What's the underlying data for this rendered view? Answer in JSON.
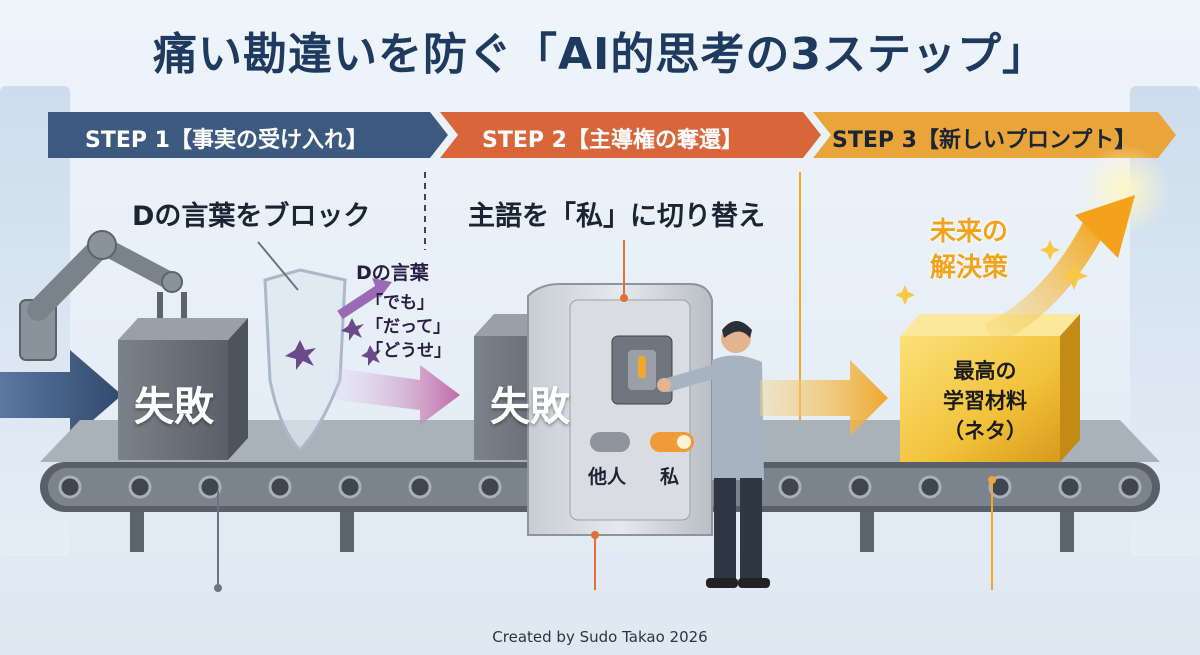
{
  "title": "痛い勘違いを防ぐ「AI的思考の3ステップ」",
  "steps": [
    {
      "label": "STEP 1【事実の受け入れ】",
      "color": "#3c5a80"
    },
    {
      "label": "STEP 2【主導権の奪還】",
      "color": "#d9663a"
    },
    {
      "label": "STEP 3【新しいプロンプト】",
      "color": "#e9a53a"
    }
  ],
  "sections": {
    "step1_heading": "Dの言葉をブロック",
    "step2_heading": "主語を「私」に切り替え",
    "future_solution": [
      "未来の",
      "解決策"
    ]
  },
  "d_words": {
    "title": "Dの言葉",
    "items": [
      "「でも」",
      "「だって」",
      "「どうせ」"
    ]
  },
  "boxes": {
    "failure_label_1": "失敗",
    "failure_label_2": "失敗",
    "material": [
      "最高の",
      "学習材料",
      "（ネタ）"
    ]
  },
  "switch": {
    "left_label": "他人",
    "right_label": "私"
  },
  "credit": "Created by Sudo Takao 2026",
  "colors": {
    "title": "#1f3a5f",
    "step1": "#3c5a80",
    "step2": "#d9663a",
    "step3": "#e9a53a",
    "gold": "#f2c23a",
    "purple": "#6b4a8c"
  }
}
